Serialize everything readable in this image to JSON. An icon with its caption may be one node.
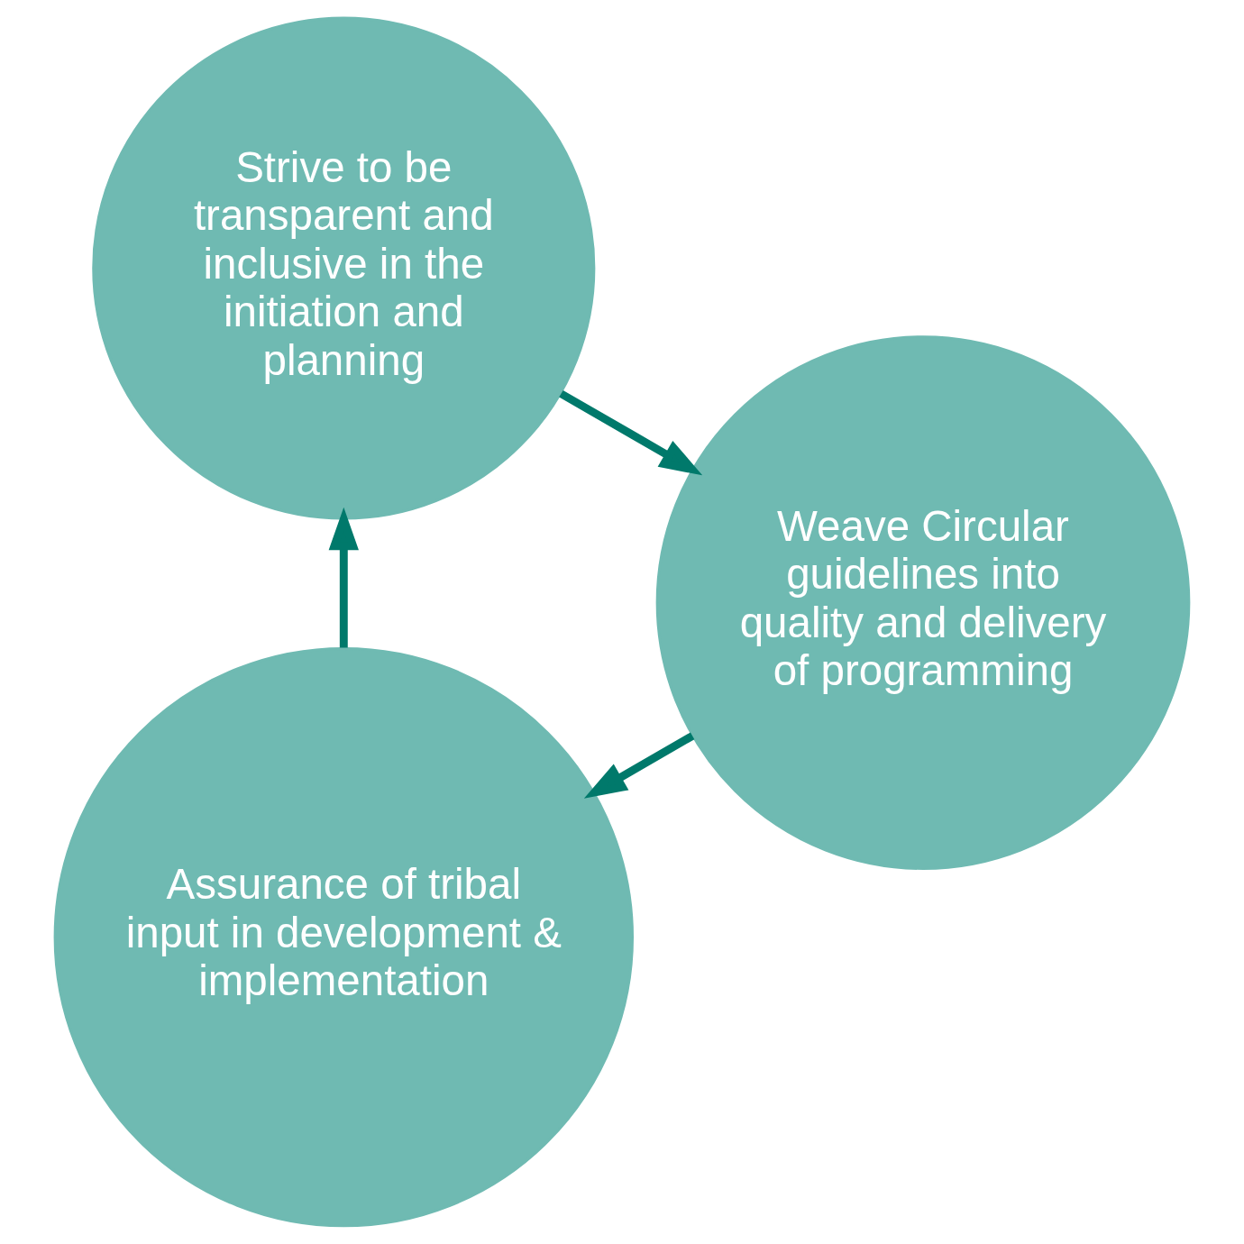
{
  "diagram": {
    "nodes": [
      {
        "text": [
          "Assurance of tribal input in development & implementation"
        ]
      },
      {
        "text": [
          "Strive to be transparent and inclusive in the initiation and planning"
        ]
      },
      {
        "text": [
          "Weave Circular guidelines into quality and delivery of programming"
        ]
      }
    ],
    "edges": [
      {
        "from": 0,
        "to": 1,
        "arrow": "to"
      },
      {
        "from": 1,
        "to": 2,
        "arrow": "to"
      },
      {
        "from": 2,
        "to": 0,
        "arrow": "to"
      }
    ]
  }
}
